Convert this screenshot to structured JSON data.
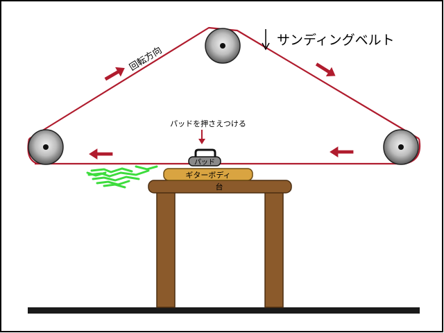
{
  "labels": {
    "belt": "サンディングベルト",
    "rotation": "回転方向",
    "press": "パッドを押さえつける",
    "pad": "パッド",
    "body": "ギターボディ",
    "table": "台"
  },
  "colors": {
    "frame": "#000000",
    "belt": "#b01c2e",
    "arrow": "#b01c2e",
    "pulley_outer": "#6e6e6e",
    "pulley_inner": "#e8e8e8",
    "pad": "#8a8a8a",
    "guitar_body": "#d9a441",
    "table_wood": "#8b5a2b",
    "dust": "#3ddc3d",
    "floor": "#1a1a1a"
  },
  "icons": [
    "rotation-arrow-icon",
    "down-arrow-icon",
    "pulley-icon"
  ]
}
